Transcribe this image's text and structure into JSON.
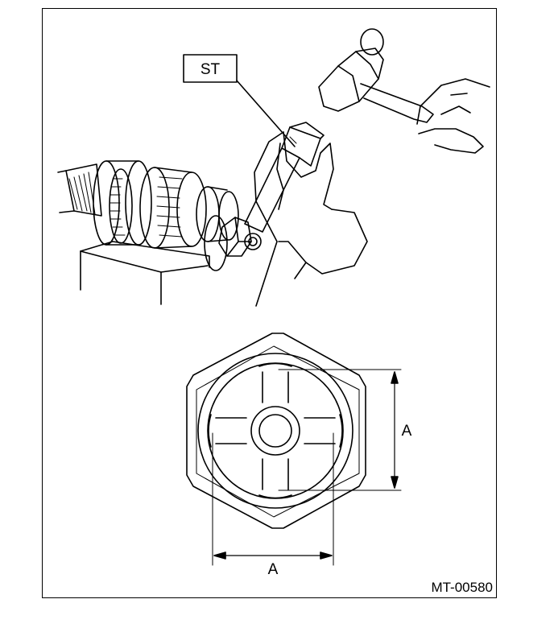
{
  "figure": {
    "callout_label": "ST",
    "dimension_vertical": "A",
    "dimension_horizontal": "A",
    "figure_id": "MT-00580"
  },
  "colors": {
    "line": "#000000",
    "background": "#ffffff"
  },
  "icons": [
    "hammer-icon",
    "hand-icon",
    "chisel-tool-icon",
    "gear-shaft-icon",
    "lock-nut-icon"
  ]
}
